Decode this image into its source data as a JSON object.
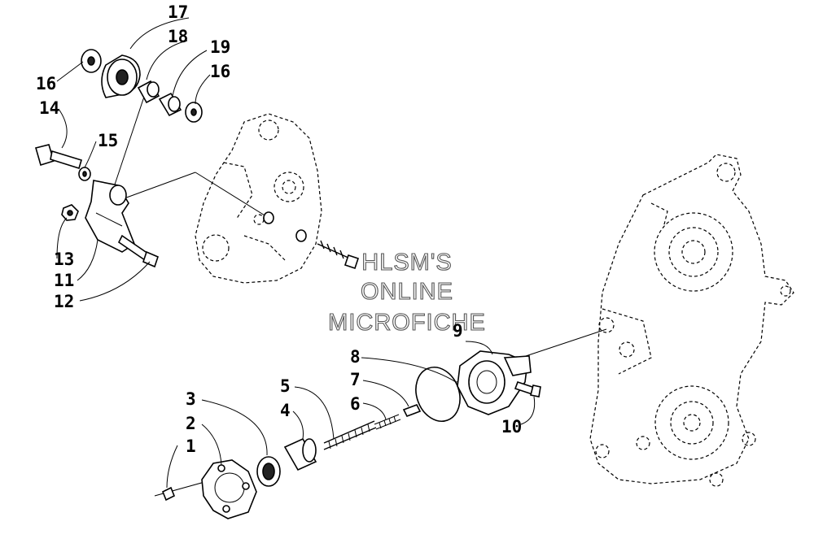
{
  "watermark": {
    "line1": "HLSM'S",
    "line2": "ONLINE",
    "line3": "MICROFICHE"
  },
  "callouts": [
    {
      "id": "1",
      "label": "1"
    },
    {
      "id": "2",
      "label": "2"
    },
    {
      "id": "3",
      "label": "3"
    },
    {
      "id": "4",
      "label": "4"
    },
    {
      "id": "5",
      "label": "5"
    },
    {
      "id": "6",
      "label": "6"
    },
    {
      "id": "7",
      "label": "7"
    },
    {
      "id": "8",
      "label": "8"
    },
    {
      "id": "9",
      "label": "9"
    },
    {
      "id": "10",
      "label": "10"
    },
    {
      "id": "11",
      "label": "11"
    },
    {
      "id": "12",
      "label": "12"
    },
    {
      "id": "13",
      "label": "13"
    },
    {
      "id": "14",
      "label": "14"
    },
    {
      "id": "15",
      "label": "15"
    },
    {
      "id": "16a",
      "label": "16"
    },
    {
      "id": "16b",
      "label": "16"
    },
    {
      "id": "17",
      "label": "17"
    },
    {
      "id": "18",
      "label": "18"
    },
    {
      "id": "19",
      "label": "19"
    }
  ]
}
